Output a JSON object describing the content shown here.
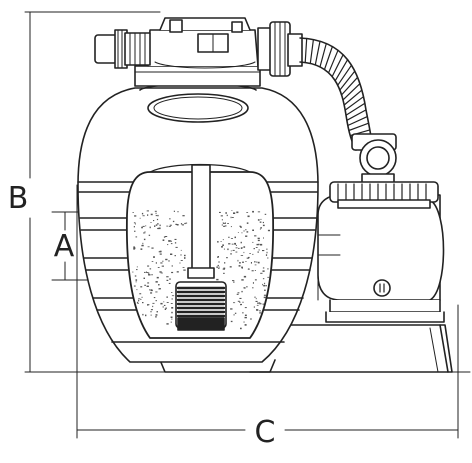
{
  "dimensions": {
    "height_label": "B",
    "sand_level_label": "A",
    "width_label": "C"
  },
  "colors": {
    "line": "#222222",
    "background": "#ffffff",
    "sand_speckle": "#555555"
  },
  "components": [
    "multiport-valve",
    "sand-filter-tank",
    "standpipe",
    "lateral-strainer",
    "flex-hose",
    "pump",
    "base-platform"
  ]
}
